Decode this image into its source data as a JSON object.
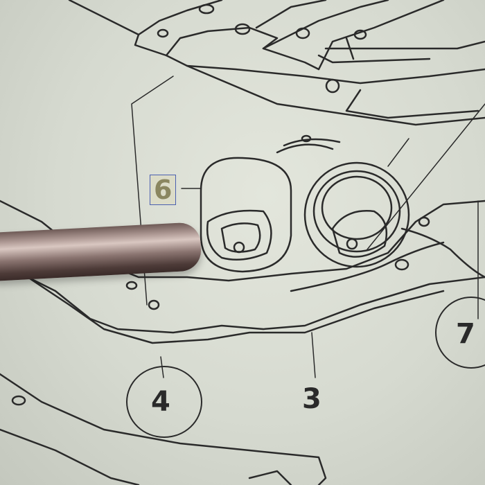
{
  "diagram": {
    "callouts": [
      {
        "id": "6",
        "label": "6",
        "highlighted": true
      },
      {
        "id": "4",
        "label": "4"
      },
      {
        "id": "3",
        "label": "3"
      },
      {
        "id": "7",
        "label": "7"
      }
    ],
    "colors": {
      "background": "#d5d9cf",
      "line": "#2a2a2a",
      "highlight_border": "#4a5fb0"
    }
  }
}
